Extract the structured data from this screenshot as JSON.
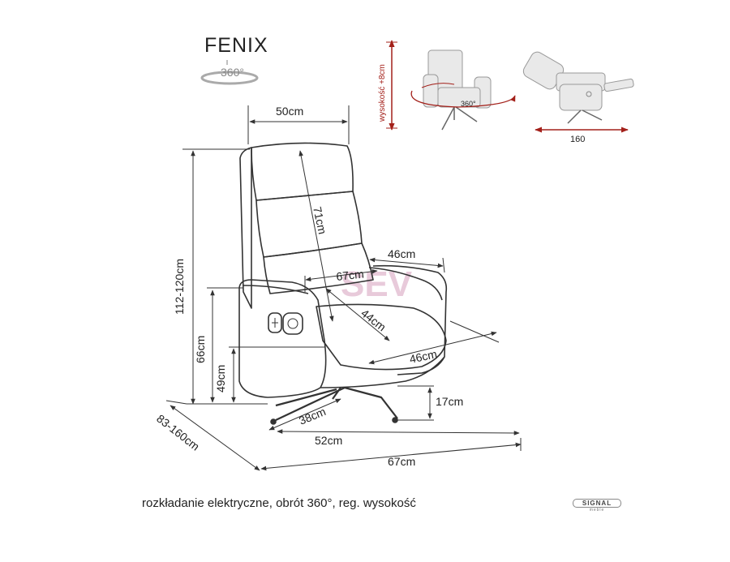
{
  "product_name": "FENIX",
  "rotation_badge": "360°",
  "caption": "rozkładanie elektryczne, obrót 360°, reg. wysokość",
  "brand": {
    "name": "SIGNAL",
    "sub": "meble"
  },
  "watermark": "SEV",
  "dimensions": {
    "headrest_width": "50cm",
    "backrest_height": "71cm",
    "total_height": "112-120cm",
    "armrest_height": "66cm",
    "seat_height": "49cm",
    "armrest_length": "46cm",
    "inner_width": "67cm",
    "seat_width": "44cm",
    "seat_depth": "46cm",
    "base_height": "17cm",
    "base_depth": "38cm",
    "base_width": "52cm",
    "overall_width": "67cm",
    "depth_range": "83-160cm"
  },
  "inset": {
    "height_label": "wysokość +8cm",
    "rotation_label": "360°",
    "reclined_length": "160"
  },
  "colors": {
    "line": "#333333",
    "accent_red": "#a3201a",
    "watermark": "#e3bdd2",
    "inset_fill": "#e9e9e9"
  }
}
